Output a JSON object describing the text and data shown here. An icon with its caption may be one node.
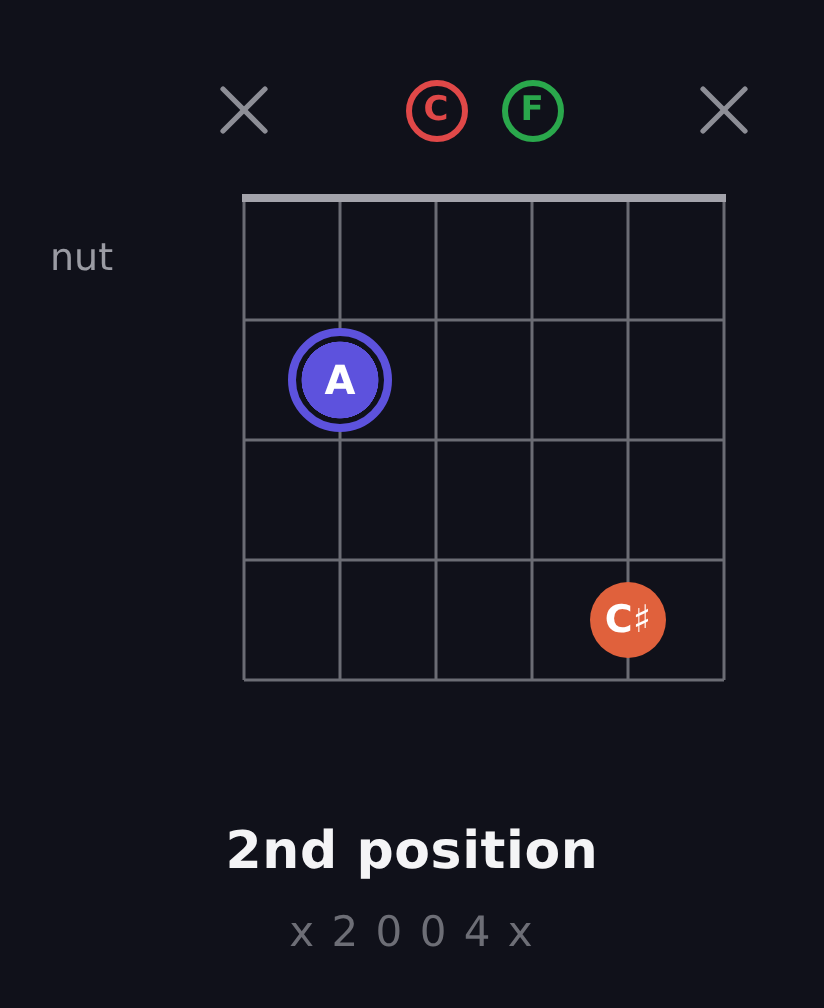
{
  "diagram": {
    "title": "2nd position",
    "caption": "x 2 0 0 4 x",
    "nodes": [
      {
        "text": [
          "C"
        ]
      },
      {
        "text": [
          "F"
        ]
      },
      {
        "text": [
          "A"
        ]
      },
      {
        "text": [
          "C♯"
        ]
      }
    ],
    "labels": [
      "nut"
    ]
  }
}
